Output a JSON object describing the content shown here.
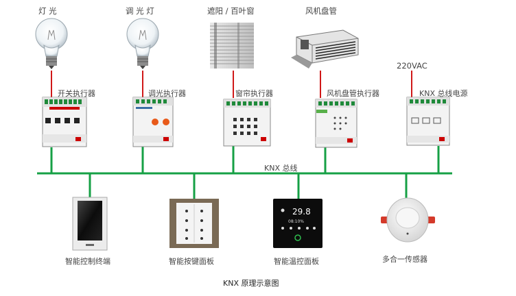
{
  "diagram": {
    "caption": "KNX 原理示意图",
    "bus_label": "KNX 总线",
    "colors": {
      "bus": "#16a045",
      "feed": "#d01818"
    },
    "top_devices": [
      {
        "label": "灯 光"
      },
      {
        "label": "调 光 灯"
      },
      {
        "label": "遮阳 / 百叶窗"
      },
      {
        "label": "风机盘管"
      },
      {
        "label": "220VAC"
      }
    ],
    "actuators": [
      {
        "label": "开关执行器"
      },
      {
        "label": "调光执行器"
      },
      {
        "label": "窗帘执行器"
      },
      {
        "label": "风机盘管执行器"
      },
      {
        "label": "KNX 总线电源"
      }
    ],
    "panels": [
      {
        "label": "智能控制终端"
      },
      {
        "label": "智能按键面板"
      },
      {
        "label": "智能温控面板",
        "display_temp": "29.8",
        "display_sub": "08:10%"
      },
      {
        "label": "多合一传感器"
      }
    ]
  }
}
